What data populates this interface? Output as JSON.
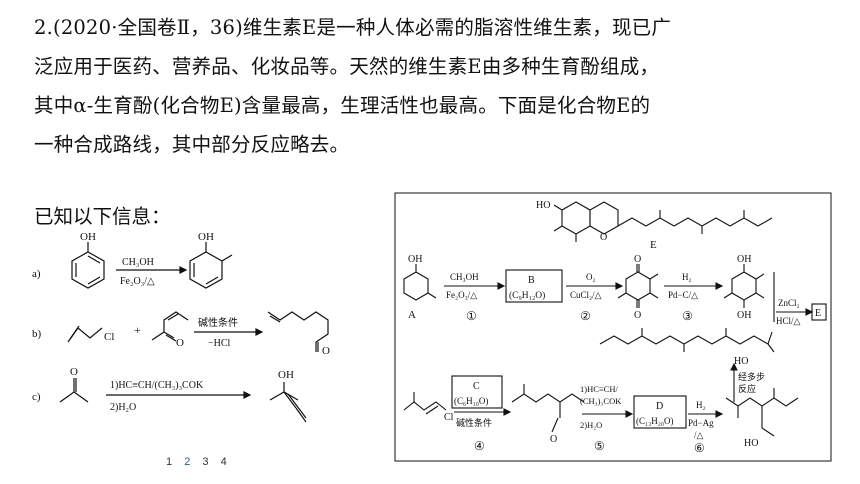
{
  "question": {
    "lines": [
      "2.(2020·全国卷Ⅱ，36)维生素E是一种人体必需的脂溶性维生素，现已广",
      "泛应用于医药、营养品、化妆品等。天然的维生素E由多种生育酚组成，",
      "其中α-生育酚(化合物E)含量最高，生理活性也最高。下面是化合物E的",
      "一种合成路线，其中部分反应略去。"
    ],
    "given_title": "已知以下信息："
  },
  "known": {
    "a": {
      "label": "a)",
      "oh1": "OH",
      "oh2": "OH",
      "reagent_top": "CH₃OH",
      "reagent_bottom": "Fe₂O₃/△"
    },
    "b": {
      "label": "b)",
      "cl": "Cl",
      "plus": "+",
      "o": "O",
      "reagent_top": "碱性条件",
      "reagent_bottom": "−HCl",
      "product_o": "O"
    },
    "c": {
      "label": "c)",
      "o": "O",
      "reagent_top": "1)HC≡CH/(CH₃)₃COK",
      "reagent_bottom": "2)H₂O",
      "product_oh": "OH"
    }
  },
  "scheme": {
    "E_label": "E",
    "E_ho": "HO",
    "E_o": "O",
    "A_label": "A",
    "A_oh": "OH",
    "step1_top": "CH₃OH",
    "step1_bottom": "Fe₂O₃/△",
    "step1_num": "①",
    "B_name": "B",
    "B_formula": "(C₉H₁₂O)",
    "step2_top": "O₂",
    "step2_bottom": "CuCl₂/△",
    "step2_num": "②",
    "quinone_o1": "O",
    "quinone_o2": "O",
    "step3_top": "H₂",
    "step3_bottom": "Pd−C/△",
    "step3_num": "③",
    "hq_oh1": "OH",
    "hq_oh2": "OH",
    "step_zn_top": "ZnCl₂",
    "step_zn_bottom": "HCl/△",
    "E_box": "E",
    "chain_ho": "HO",
    "multi_step": "经多步",
    "multi_step2": "反应",
    "C_name": "C",
    "C_formula": "(C₆H₁₀O)",
    "cl": "Cl",
    "step4_cond": "碱性条件",
    "step4_num": "④",
    "step5_top": "1)HC≡CH/",
    "step5_mid": "(CH₃)₃COK",
    "step5_bottom": "2)H₂O",
    "step5_num": "⑤",
    "D_name": "D",
    "D_formula": "(C₁₃H₂₀O)",
    "step6_top": "H₂",
    "step6_mid": "Pd−Ag",
    "step6_bottom": "/△",
    "step6_num": "⑥",
    "final_ho": "HO",
    "mid_o": "O"
  },
  "pager": [
    "1",
    "2",
    "3",
    "4"
  ],
  "pager_active": "2"
}
